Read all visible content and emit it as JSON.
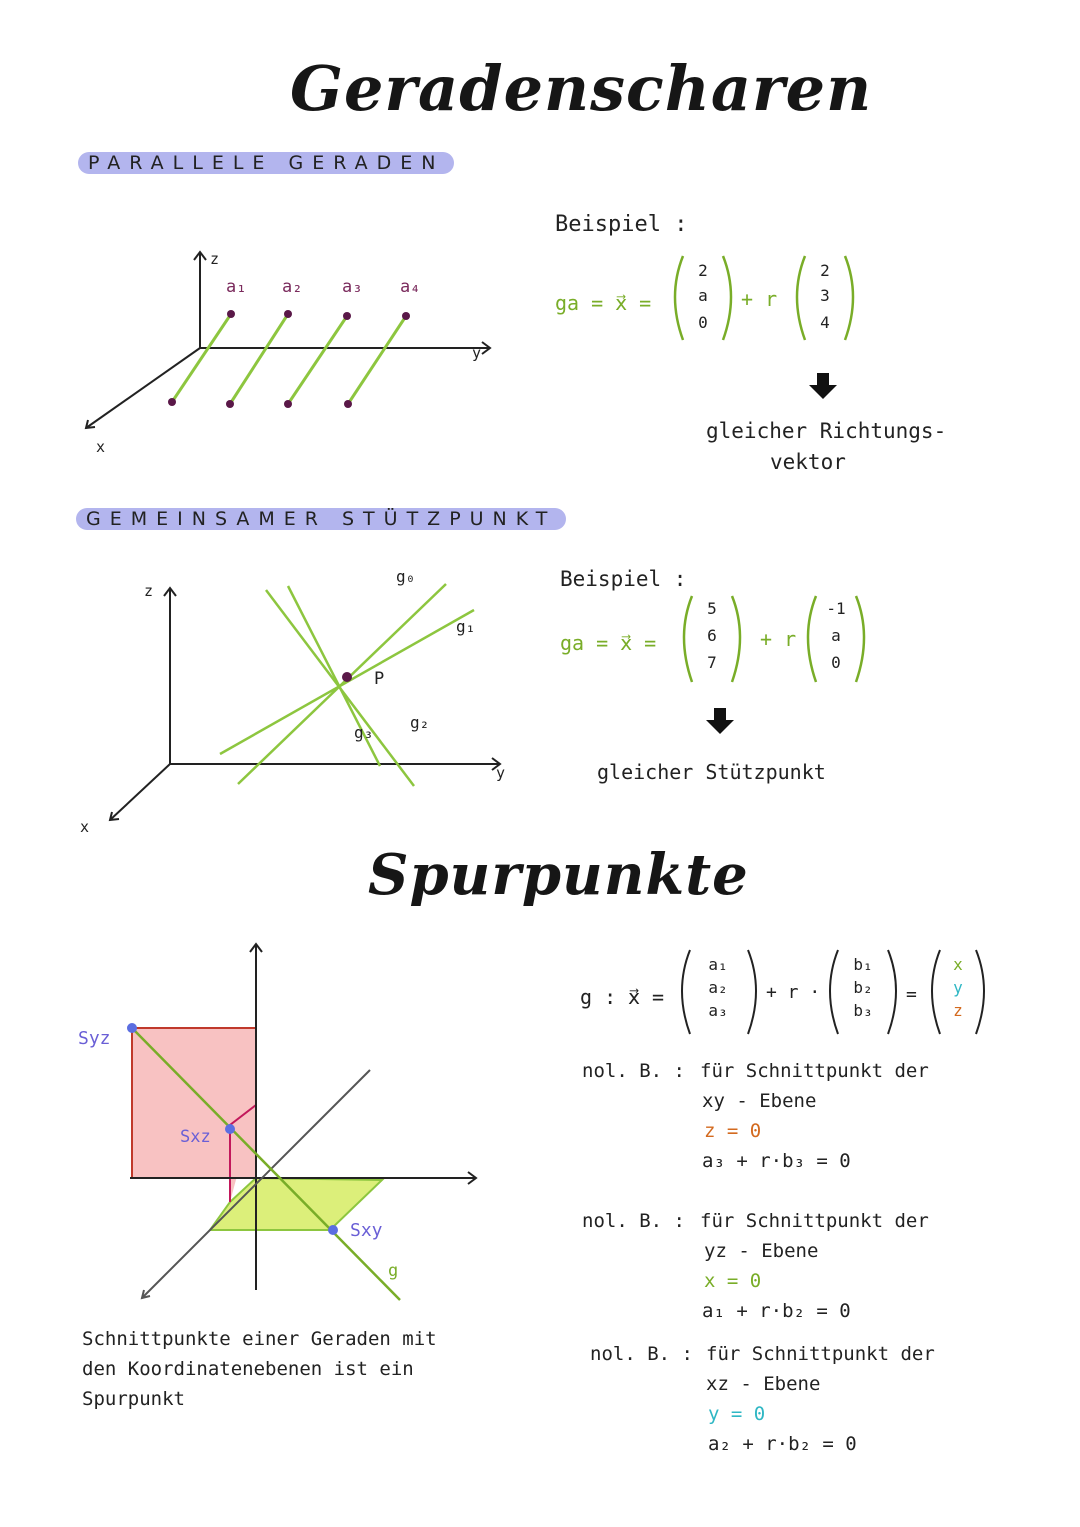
{
  "title": "Geradenscharen",
  "section1": {
    "heading": "PARALLELE GERADEN",
    "example_label": "Beispiel :",
    "equation_lhs": "ga = x⃗ =",
    "vec1": [
      "2",
      "a",
      "0"
    ],
    "plus_r": "+ r",
    "vec2": [
      "2",
      "3",
      "4"
    ],
    "result_line1": "gleicher Richtungs-",
    "result_line2": "vektor",
    "diagram": {
      "axis_x": "x",
      "axis_y": "y",
      "axis_z": "z",
      "labels": [
        "a₁",
        "a₂",
        "a₃",
        "a₄"
      ]
    }
  },
  "section2": {
    "heading": "GEMEINSAMER STÜTZPUNKT",
    "example_label": "Beispiel :",
    "equation_lhs": "ga = x⃗ =",
    "vec1": [
      "5",
      "6",
      "7"
    ],
    "plus_r": "+ r",
    "vec2": [
      "-1",
      "a",
      "0"
    ],
    "result": "gleicher Stützpunkt",
    "diagram": {
      "axis_x": "x",
      "axis_y": "y",
      "axis_z": "z",
      "point": "P",
      "lines": [
        "g₀",
        "g₁",
        "g₂",
        "g₃"
      ]
    }
  },
  "section3": {
    "title": "Spurpunkte",
    "equation_lhs": "g : x⃗ =",
    "vec_a": [
      "a₁",
      "a₂",
      "a₃"
    ],
    "plus_r": "+ r ·",
    "vec_b": [
      "b₁",
      "b₂",
      "b₃"
    ],
    "equals": "=",
    "vec_xyz": [
      "x",
      "y",
      "z"
    ],
    "diagram": {
      "syz": "Syz",
      "sxz": "Sxz",
      "sxy": "Sxy",
      "g": "g"
    },
    "caption_line1": "Schnittpunkte einer Geraden mit",
    "caption_line2": "den Koordinatenebenen ist ein",
    "caption_line3": "Spurpunkt",
    "conditions": [
      {
        "label": "nol. B. :",
        "text": "für Schnittpunkt der",
        "plane": "xy - Ebene",
        "coord": "z = 0",
        "eq": "a₃ + r·b₃ = 0",
        "coord_color": "#d36a1f"
      },
      {
        "label": "nol. B. :",
        "text": "für Schnittpunkt der",
        "plane": "yz - Ebene",
        "coord": "x = 0",
        "eq": "a₁ + r·b₂ = 0",
        "coord_color": "#79ad28"
      },
      {
        "label": "nol. B. :",
        "text": "für Schnittpunkt der",
        "plane": "xz - Ebene",
        "coord": "y = 0",
        "eq": "a₂ + r·b₂ = 0",
        "coord_color": "#2fb7c4"
      }
    ]
  }
}
